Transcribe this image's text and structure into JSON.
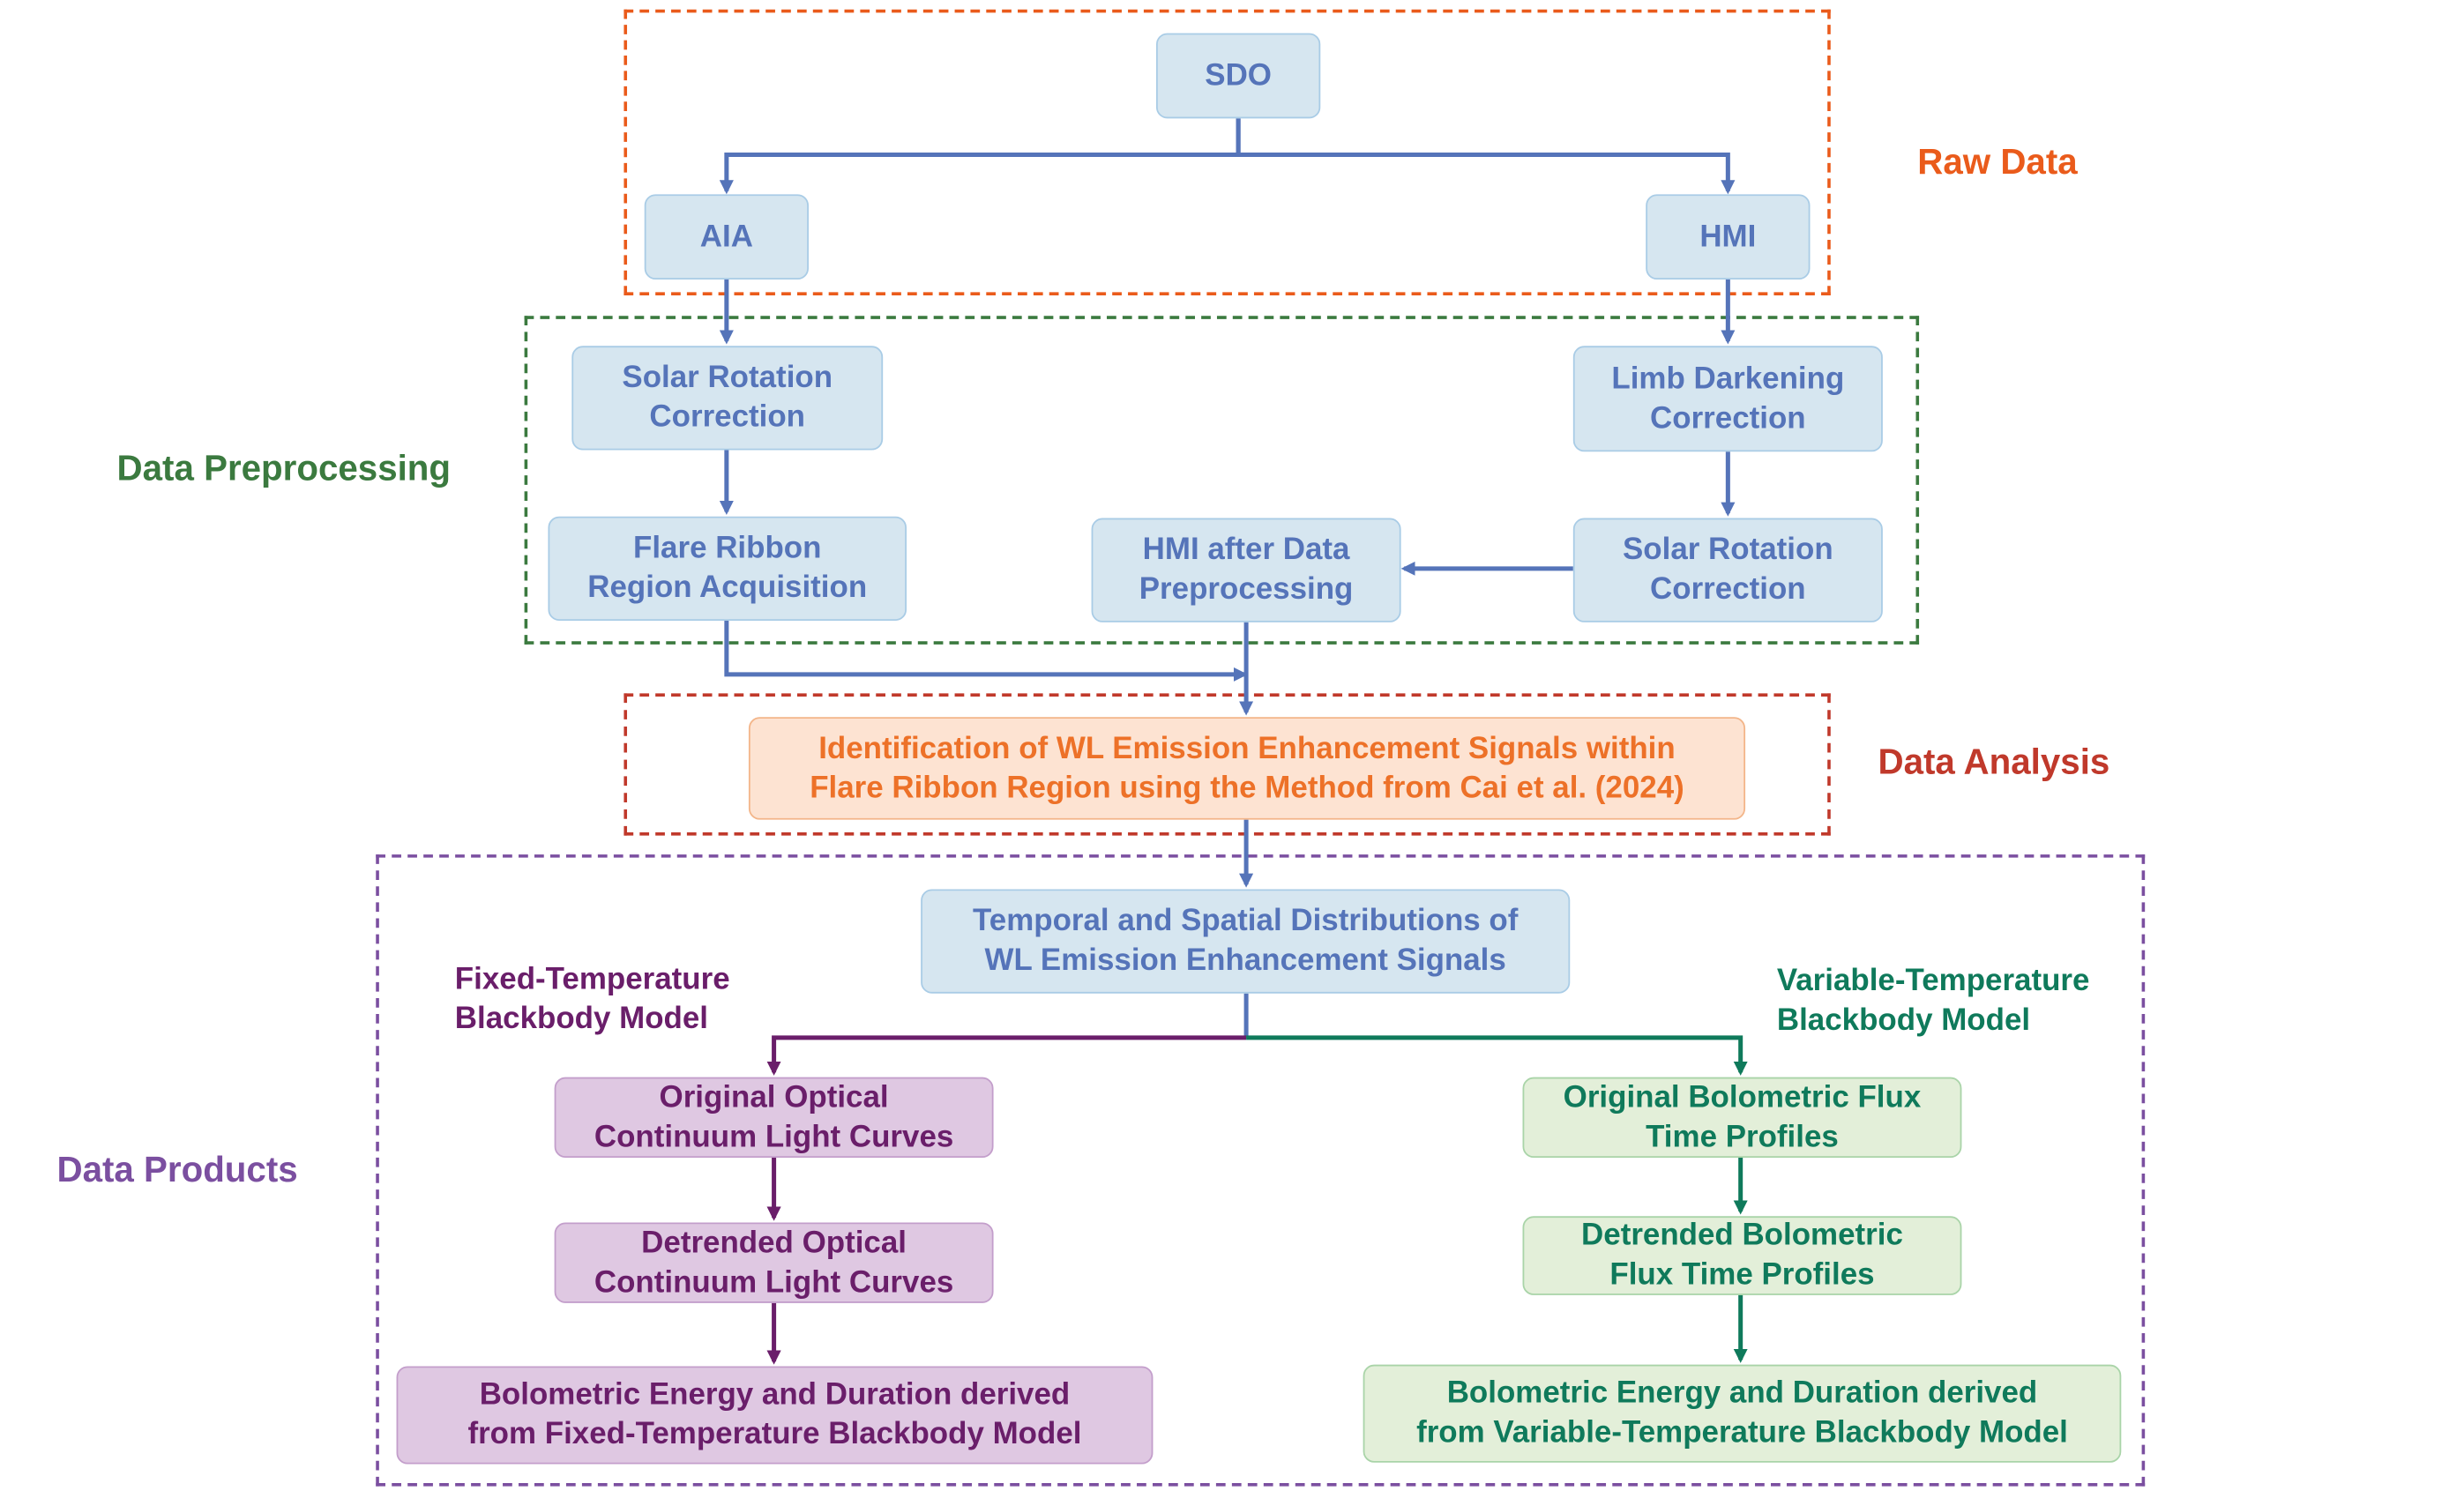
{
  "colors": {
    "raw": "#ea5b1b",
    "preproc": "#3b7a3f",
    "analysis": "#c0392b",
    "products": "#7b4fa0",
    "arrow_blue": "#5574b9",
    "arrow_purple": "#6a1e6a",
    "arrow_green": "#0f7a5b"
  },
  "sections": {
    "raw_data": "Raw Data",
    "data_preprocessing": "Data Preprocessing",
    "data_analysis": "Data Analysis",
    "data_products": "Data Products"
  },
  "models": {
    "fixed": "Fixed-Temperature\nBlackbody Model",
    "variable": "Variable-Temperature\nBlackbody Model"
  },
  "nodes": {
    "sdo": "SDO",
    "aia": "AIA",
    "hmi": "HMI",
    "solar_rotation_aia": "Solar Rotation\nCorrection",
    "limb_darkening": "Limb Darkening\nCorrection",
    "flare_ribbon": "Flare Ribbon\nRegion Acquisition",
    "hmi_after": "HMI after Data\nPreprocessing",
    "solar_rotation_hmi": "Solar Rotation\nCorrection",
    "identification": "Identification of WL Emission Enhancement Signals within\nFlare Ribbon Region using the Method from Cai et al. (2024)",
    "distributions": "Temporal and Spatial Distributions of\nWL Emission Enhancement Signals",
    "orig_optical": "Original Optical\nContinuum Light Curves",
    "detr_optical": "Detrended Optical\nContinuum Light Curves",
    "bolo_fixed": "Bolometric Energy and Duration derived\nfrom Fixed-Temperature Blackbody Model",
    "orig_flux": "Original Bolometric Flux\nTime Profiles",
    "detr_flux": "Detrended Bolometric\nFlux Time Profiles",
    "bolo_variable": "Bolometric Energy and Duration derived\nfrom Variable-Temperature Blackbody Model"
  }
}
